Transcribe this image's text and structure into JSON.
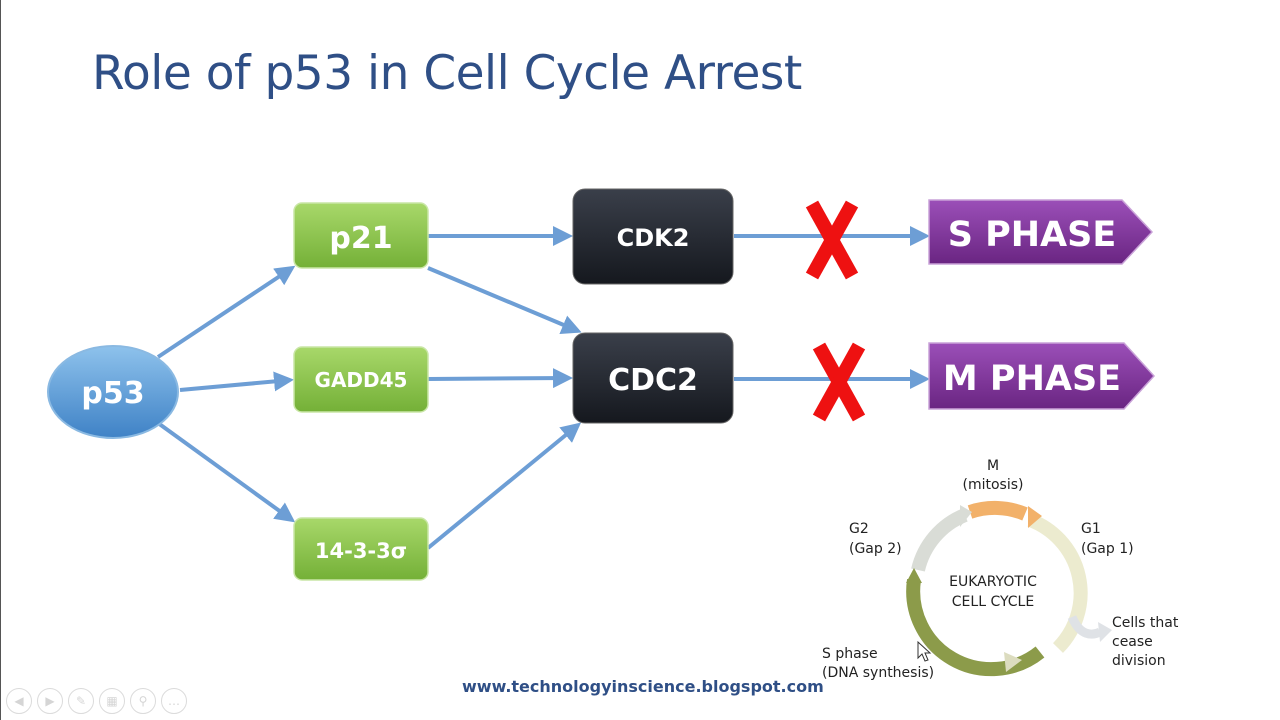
{
  "slide": {
    "title": "Role of p53 in Cell Cycle Arrest",
    "footer": "www.technologyinscience.blogspot.com"
  },
  "diagram": {
    "nodes": {
      "p53": "p53",
      "p21": "p21",
      "gadd45": "GADD45",
      "sigma": "14-3-3σ",
      "cdk2": "CDK2",
      "cdc2": "CDC2",
      "s_phase": "S PHASE",
      "m_phase": "M PHASE"
    },
    "block_symbol": "X",
    "colors": {
      "p53": "#5b9bd5",
      "green_node": "#8fc646",
      "dark_node": "#1f232b",
      "phase": "#7b3294",
      "arrow": "#6d9ed5",
      "block": "#ee1111"
    }
  },
  "cell_cycle": {
    "center": [
      "EUKARYOTIC",
      "CELL CYCLE"
    ],
    "m": [
      "M",
      "(mitosis)"
    ],
    "g1": [
      "G1",
      "(Gap 1)"
    ],
    "g2": [
      "G2",
      "(Gap 2)"
    ],
    "s": [
      "S phase",
      "(DNA synthesis)"
    ],
    "exit": [
      "Cells that",
      "cease",
      "division"
    ]
  },
  "toolbar": {
    "items": [
      {
        "name": "prev-button",
        "icon": "arrow-left-icon",
        "glyph": "◀"
      },
      {
        "name": "next-button",
        "icon": "arrow-right-icon",
        "glyph": "▶"
      },
      {
        "name": "pen-button",
        "icon": "pen-icon",
        "glyph": "✎"
      },
      {
        "name": "slides-button",
        "icon": "grid-icon",
        "glyph": "▦"
      },
      {
        "name": "zoom-button",
        "icon": "magnifier-icon",
        "glyph": "⚲"
      },
      {
        "name": "more-button",
        "icon": "more-icon",
        "glyph": "…"
      }
    ]
  }
}
